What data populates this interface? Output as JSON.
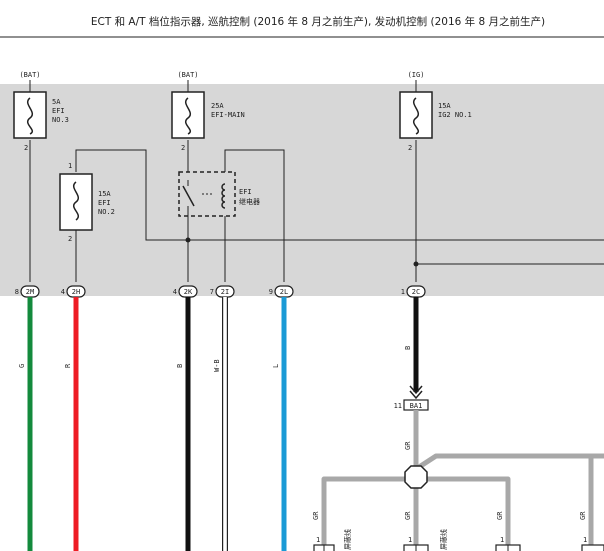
{
  "header": {
    "title": "ECT 和 A/T 档位指示器, 巡航控制 (2016 年 8 月之前生产), 发动机控制 (2016 年 8 月之前生产)"
  },
  "power_sources": {
    "bat_1": "(BAT)",
    "bat_2": "(BAT)",
    "ig": "(IG)"
  },
  "fuses": {
    "f1": {
      "line1": "5A",
      "line2": "EFI",
      "line3": "NO.3",
      "pin": "2"
    },
    "f2": {
      "line1": "15A",
      "line2": "EFI",
      "line3": "NO.2",
      "pin_top": "1",
      "pin_bottom": "2"
    },
    "f3": {
      "line1": "25A",
      "line2": "EFI-MAIN",
      "pin": "2"
    },
    "f4": {
      "line1": "15A",
      "line2": "IG2 NO.1",
      "pin": "2"
    }
  },
  "relay": {
    "line1": "EFI",
    "line2": "继电器"
  },
  "connectors": {
    "c1": {
      "pin": "8",
      "label": "2M"
    },
    "c2": {
      "pin": "4",
      "label": "2H"
    },
    "c3": {
      "pin": "4",
      "label": "2K"
    },
    "c4": {
      "pin": "7",
      "label": "2I"
    },
    "c5": {
      "pin": "9",
      "label": "2L"
    },
    "c6": {
      "pin": "1",
      "label": "2C"
    },
    "c7": {
      "pin": "11",
      "label": "BA1"
    }
  },
  "wires": {
    "w1": {
      "color_code": "G",
      "color": "#138a3c"
    },
    "w2": {
      "color_code": "R",
      "color": "#ee1c24"
    },
    "w3": {
      "color_code": "B",
      "color": "#111111"
    },
    "w4": {
      "color_code": "W-B",
      "color": "#ffffff"
    },
    "w5": {
      "color_code": "L",
      "color": "#1a9ad6"
    },
    "w6": {
      "color_code": "B",
      "color": "#111111"
    },
    "w7": {
      "color_code": "GR",
      "color": "#a8a8a8"
    }
  },
  "branch_labels": {
    "b1": "GR",
    "b2": "GR",
    "b3": "GR",
    "b4": "GR",
    "pin_1a": "1",
    "pin_1b": "1",
    "pin_1c": "1",
    "pin_1d": "1"
  },
  "shield_label_a": "屏蔽线",
  "shield_label_b": "屏蔽线",
  "colors": {
    "junction_block_bg": "#d7d7d7",
    "line": "#222222",
    "gray_wire": "#a8a8a8"
  }
}
